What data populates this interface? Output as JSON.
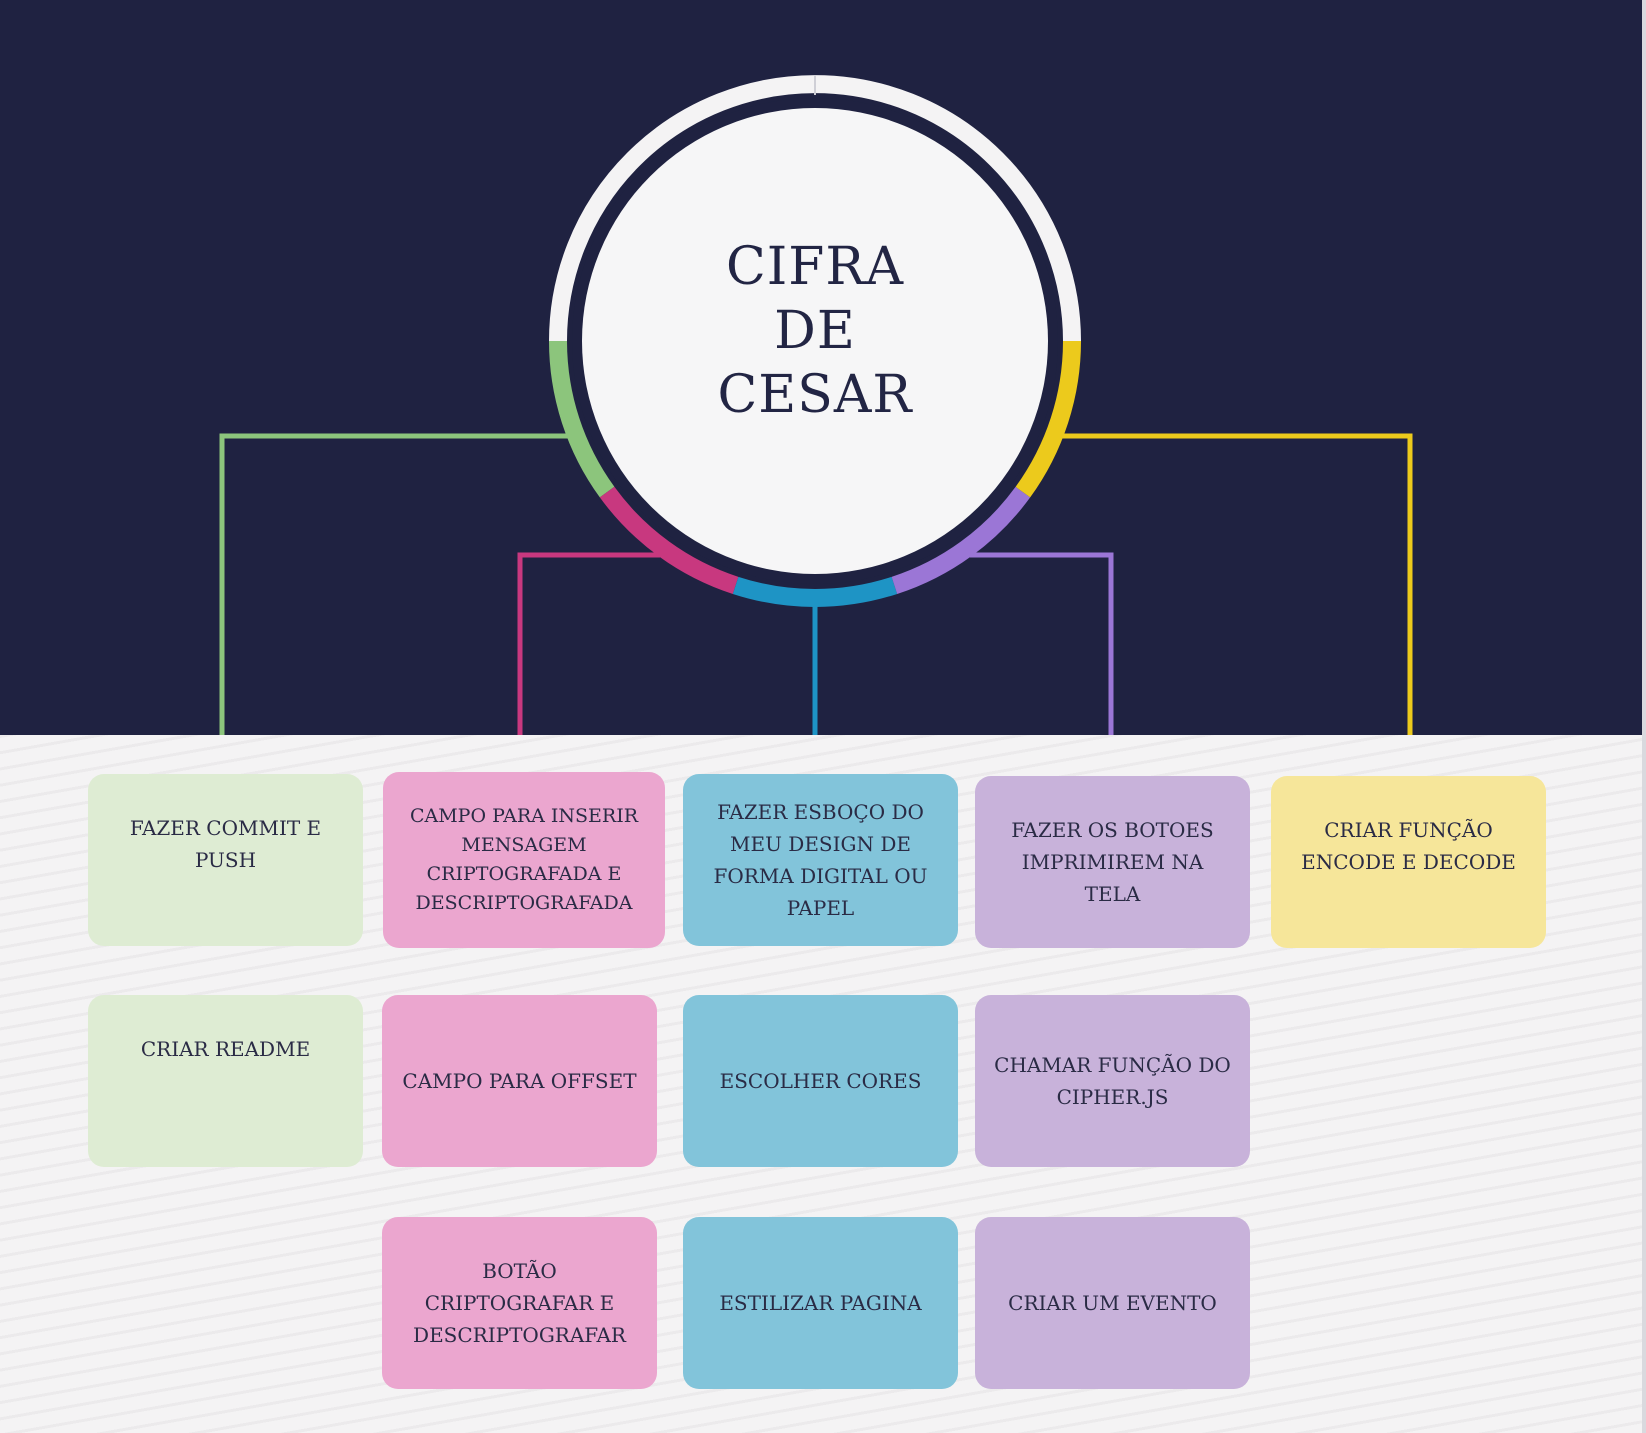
{
  "title_lines": [
    "CIFRA",
    "DE",
    "CESAR"
  ],
  "colors": {
    "background_dark": "#1f2241",
    "background_light": "#f4f3f4",
    "green": "#8cc57c",
    "pink": "#c8387f",
    "blue": "#1e94c5",
    "purple": "#9b76d6",
    "yellow": "#ecca1c"
  },
  "columns": [
    {
      "color": "green",
      "cards": [
        "FAZER COMMIT E PUSH",
        "CRIAR README"
      ]
    },
    {
      "color": "pink",
      "cards": [
        "CAMPO PARA INSERIR MENSAGEM CRIPTOGRAFADA E DESCRIPTOGRAFADA",
        "CAMPO PARA OFFSET",
        "BOTÃO CRIPTOGRAFAR E DESCRIPTOGRAFAR"
      ]
    },
    {
      "color": "blue",
      "cards": [
        "FAZER ESBOÇO DO MEU DESIGN DE FORMA DIGITAL OU PAPEL",
        "ESCOLHER CORES",
        "ESTILIZAR PAGINA"
      ]
    },
    {
      "color": "purple",
      "cards": [
        "FAZER OS BOTOES IMPRIMIREM NA TELA",
        "CHAMAR FUNÇÃO DO CIPHER.JS",
        "CRIAR UM EVENTO"
      ]
    },
    {
      "color": "yellow",
      "cards": [
        "CRIAR FUNÇÃO ENCODE E DECODE"
      ]
    }
  ]
}
